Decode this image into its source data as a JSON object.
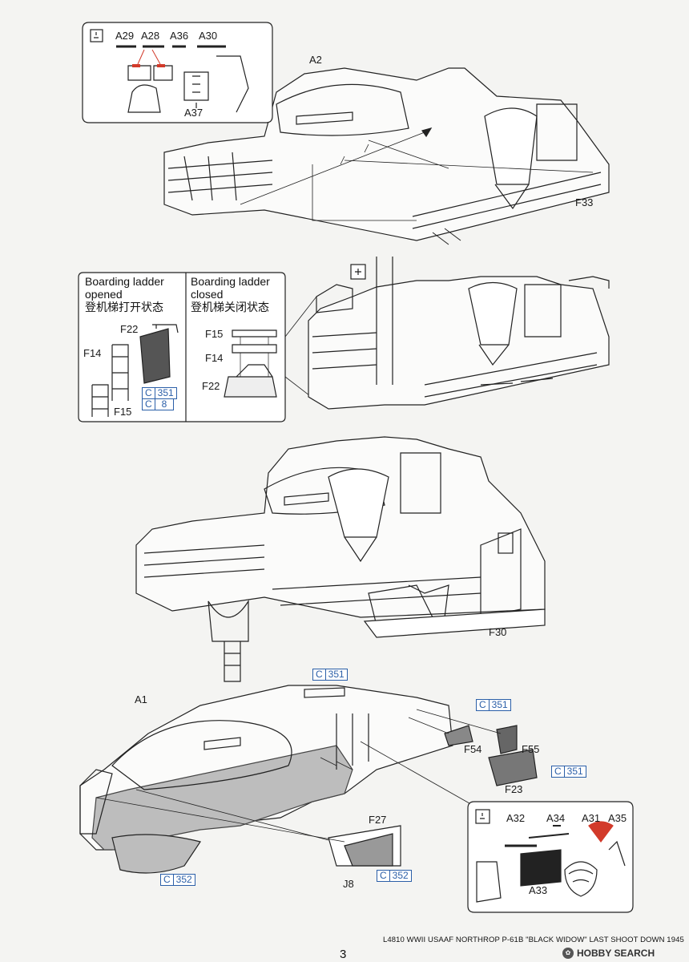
{
  "footer": {
    "title": "L4810  WWII USAAF NORTHROP P-61B \"BLACK WIDOW\" LAST SHOOT DOWN 1945",
    "page_number": "3"
  },
  "watermark": {
    "text": "HOBBY SEARCH",
    "icon": "hobby-search-logo-icon"
  },
  "colors": {
    "callout": "#2b5fa8",
    "decal_red": "#d23a2a",
    "line": "#222222",
    "shade": "#bdbdbd"
  },
  "step1": {
    "inset_labels": {
      "a29": "A29",
      "a28": "A28",
      "a36": "A36",
      "a30": "A30",
      "a37": "A37"
    },
    "part_labels": {
      "a2": "A2",
      "f33": "F33"
    }
  },
  "step2": {
    "opened_title_en": "Boarding ladder opened",
    "opened_title_cn": "登机梯打开状态",
    "closed_title_en": "Boarding ladder closed",
    "closed_title_cn": "登机梯关闭状态",
    "opened_labels": {
      "f22": "F22",
      "f14": "F14",
      "f15": "F15"
    },
    "closed_labels": {
      "f15": "F15",
      "f14": "F14",
      "f22": "F22"
    },
    "paint1": {
      "code": "C",
      "num": "351"
    },
    "paint2": {
      "code": "C",
      "num": "8"
    }
  },
  "step3": {
    "part_labels": {
      "f30": "F30"
    }
  },
  "step4": {
    "part_labels": {
      "a1": "A1",
      "f27": "F27",
      "f54": "F54",
      "f55": "F55",
      "f23": "F23",
      "j8": "J8"
    },
    "paint_top": {
      "code": "C",
      "num": "351"
    },
    "paint_f55": {
      "code": "C",
      "num": "351"
    },
    "paint_f23": {
      "code": "C",
      "num": "351"
    },
    "paint_left": {
      "code": "C",
      "num": "352"
    },
    "paint_f27": {
      "code": "C",
      "num": "352"
    },
    "inset_labels": {
      "a32": "A32",
      "a34": "A34",
      "a31": "A31",
      "a35": "A35",
      "a33": "A33"
    }
  }
}
